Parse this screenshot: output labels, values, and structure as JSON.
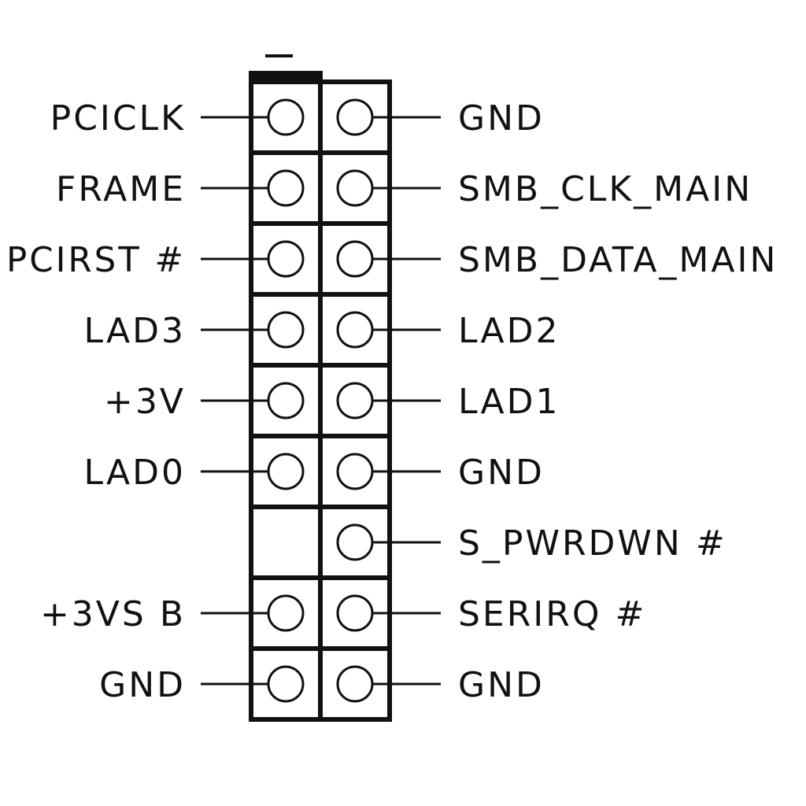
{
  "header": {
    "pin1_marker": "1"
  },
  "colors": {
    "ink": "#111111",
    "background": "#ffffff"
  },
  "rows": [
    {
      "left": "PCICLK",
      "right": "GND",
      "left_pin": true,
      "right_pin": true
    },
    {
      "left": "FRAME",
      "right": "SMB_CLK_MAIN",
      "left_pin": true,
      "right_pin": true
    },
    {
      "left": "PCIRST #",
      "right": "SMB_DATA_MAIN",
      "left_pin": true,
      "right_pin": true
    },
    {
      "left": "LAD3",
      "right": "LAD2",
      "left_pin": true,
      "right_pin": true
    },
    {
      "left": "+3V",
      "right": "LAD1",
      "left_pin": true,
      "right_pin": true
    },
    {
      "left": "LAD0",
      "right": "GND",
      "left_pin": true,
      "right_pin": true
    },
    {
      "left": "",
      "right": "S_PWRDWN #",
      "left_pin": false,
      "right_pin": true
    },
    {
      "left": "+3VS B",
      "right": "SERIRQ #",
      "left_pin": true,
      "right_pin": true
    },
    {
      "left": "GND",
      "right": "GND",
      "left_pin": true,
      "right_pin": true
    }
  ]
}
